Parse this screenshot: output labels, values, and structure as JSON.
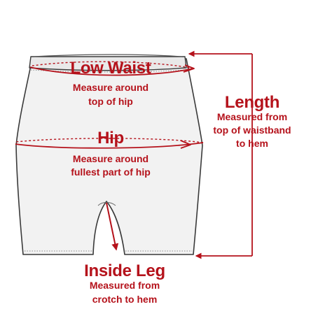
{
  "labels": {
    "low_waist": {
      "title": "Low Waist",
      "line1": "Measure around",
      "line2": "top of hip"
    },
    "hip": {
      "title": "Hip",
      "line1": "Measure around",
      "line2": "fullest part of hip"
    },
    "length": {
      "title": "Length",
      "line1": "Measured from",
      "line2": "top of waistband",
      "line3": "to hem"
    },
    "inside_leg": {
      "title": "Inside Leg",
      "line1": "Measured from",
      "line2": "crotch to hem"
    }
  },
  "colors": {
    "accent": "#b5121b",
    "garment_fill": "#f2f2f2",
    "garment_stroke": "#3a3a3a",
    "waistband_fill": "#e9e9e9"
  }
}
